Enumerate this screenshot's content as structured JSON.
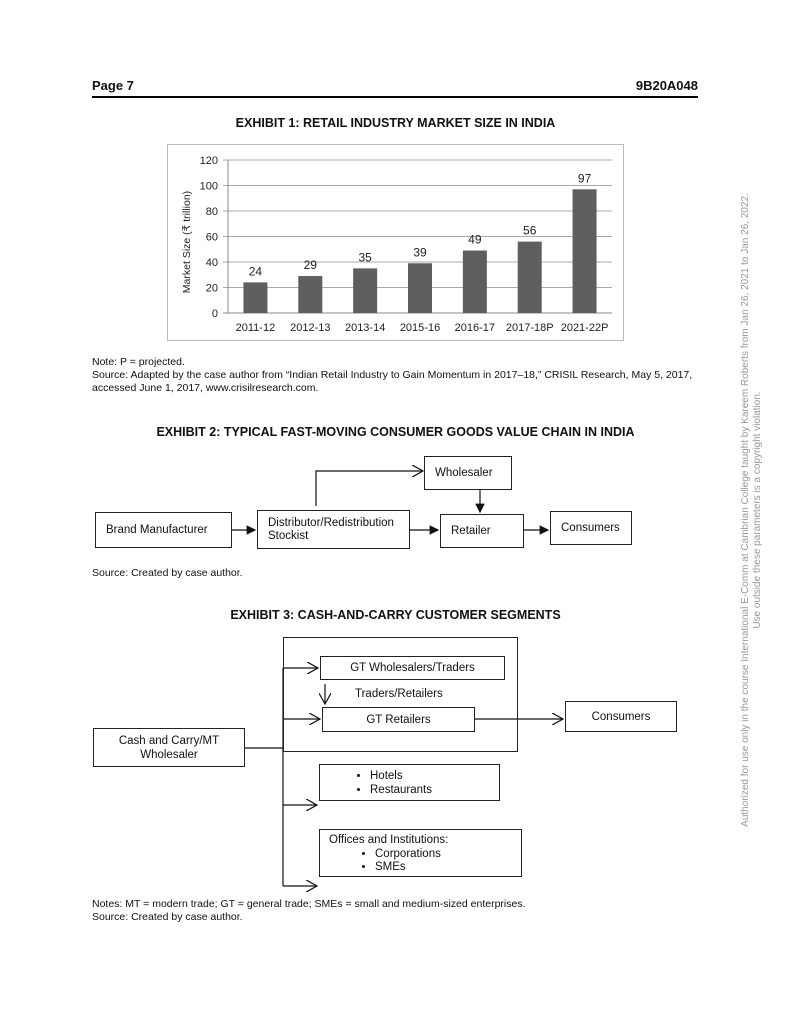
{
  "header": {
    "page": "Page 7",
    "code": "9B20A048"
  },
  "exhibit1": {
    "title": "EXHIBIT 1: RETAIL INDUSTRY MARKET SIZE IN INDIA",
    "note": "Note: P = projected.",
    "source": "Source: Adapted by the case author from “Indian Retail Industry to Gain Momentum in 2017–18,” CRISIL Research, May 5, 2017, accessed June 1, 2017, www.crisilresearch.com."
  },
  "chart_data": {
    "type": "bar",
    "categories": [
      "2011-12",
      "2012-13",
      "2013-14",
      "2015-16",
      "2016-17",
      "2017-18P",
      "2021-22P"
    ],
    "values": [
      24,
      29,
      35,
      39,
      49,
      56,
      97
    ],
    "title": "",
    "xlabel": "",
    "ylabel": "Market Size (₹ trillion)",
    "ylim": [
      0,
      120
    ],
    "yticks": [
      0,
      20,
      40,
      60,
      80,
      100,
      120
    ],
    "grid": true,
    "bar_color": "#5f5f5f",
    "data_labels": true
  },
  "exhibit2": {
    "title": "EXHIBIT 2: TYPICAL FAST-MOVING CONSUMER GOODS VALUE CHAIN IN INDIA",
    "nodes": {
      "brand": "Brand Manufacturer",
      "distributor": "Distributor/Redistribution Stockist",
      "wholesaler": "Wholesaler",
      "retailer": "Retailer",
      "consumers": "Consumers"
    },
    "source": "Source: Created by case author."
  },
  "exhibit3": {
    "title": "EXHIBIT 3: CASH-AND-CARRY CUSTOMER SEGMENTS",
    "nodes": {
      "cash_carry": "Cash and Carry/MT Wholesaler",
      "gt_wholesalers": "GT Wholesalers/Traders",
      "traders_retailers": "Traders/Retailers",
      "gt_retailers": "GT Retailers",
      "consumers": "Consumers",
      "hotels": "Hotels",
      "restaurants": "Restaurants",
      "offices": "Offices and Institutions:",
      "corporations": "Corporations",
      "smes": "SMEs"
    },
    "notes": "Notes: MT = modern trade; GT = general trade; SMEs = small and medium-sized enterprises.",
    "source": "Source: Created by case author."
  },
  "watermark": {
    "line1": "Authorized for use only in the course International E-Comm at Cambrian College taught by Kareem  Roberts  from Jan 26, 2021 to Jan 26, 2022.",
    "line2": "Use outside these parameters is a copyright violation."
  }
}
